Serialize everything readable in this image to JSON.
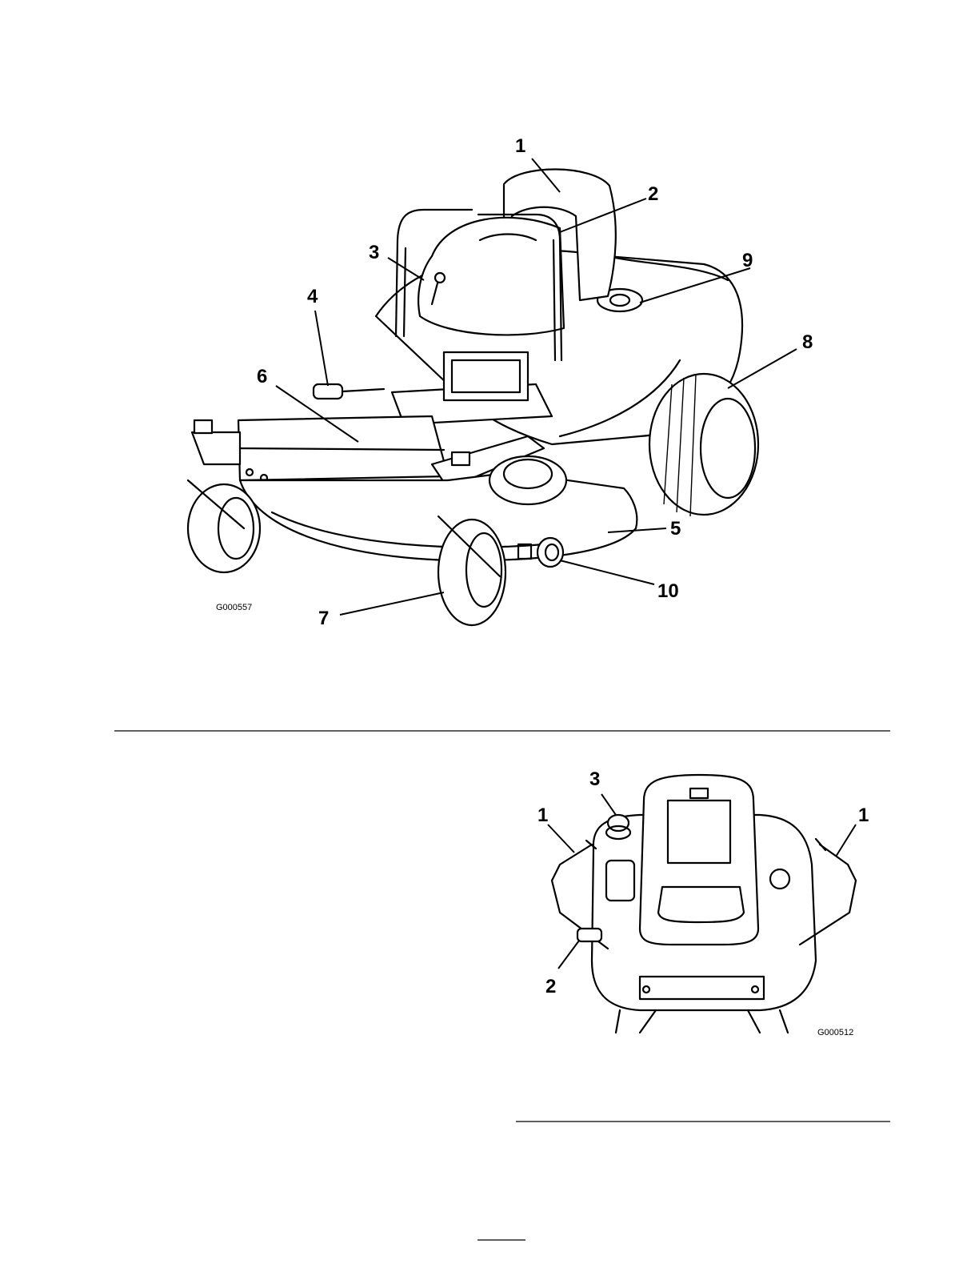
{
  "figure1": {
    "code": "G000557",
    "callouts": [
      "1",
      "2",
      "3",
      "4",
      "5",
      "6",
      "7",
      "8",
      "9",
      "10"
    ]
  },
  "figure2": {
    "code": "G000512",
    "callouts": [
      "1",
      "1",
      "2",
      "3"
    ]
  }
}
